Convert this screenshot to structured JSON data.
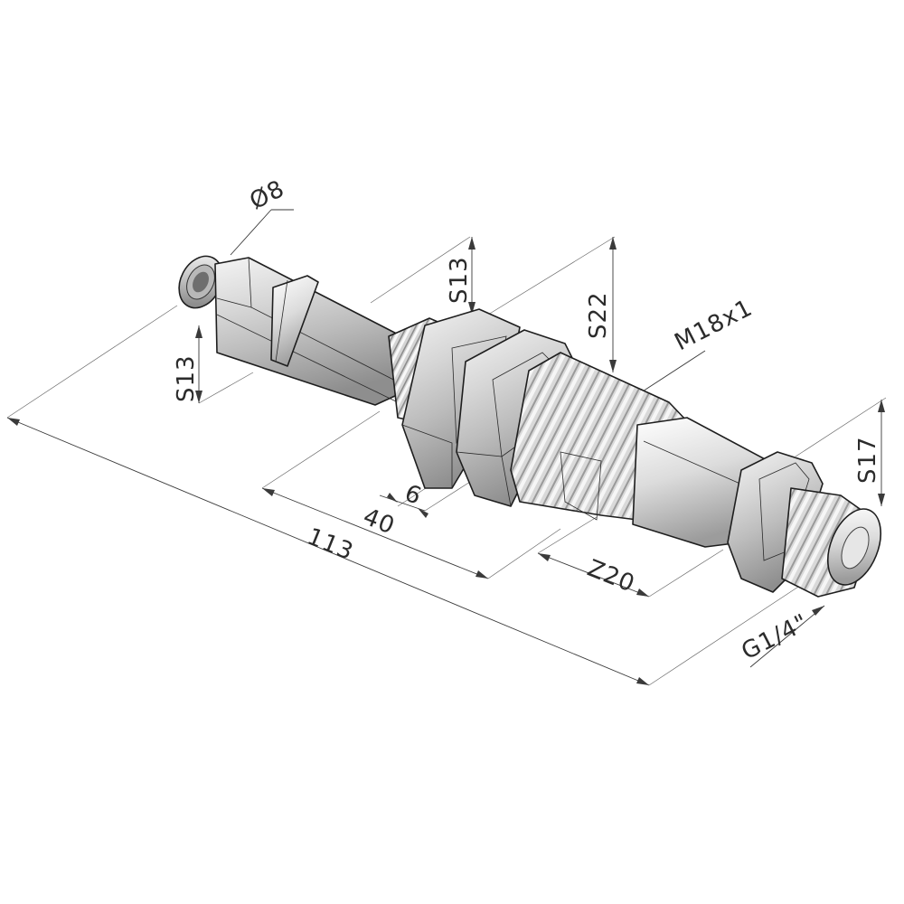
{
  "dimensions": {
    "d8": "Ø8",
    "s13_left": "S13",
    "s13_top": "S13",
    "s22": "S22",
    "m18x1": "M18x1",
    "s17": "S17",
    "d6": "6",
    "d40": "40",
    "d113": "113",
    "z20": "Z20",
    "g14": "G1/4\""
  }
}
